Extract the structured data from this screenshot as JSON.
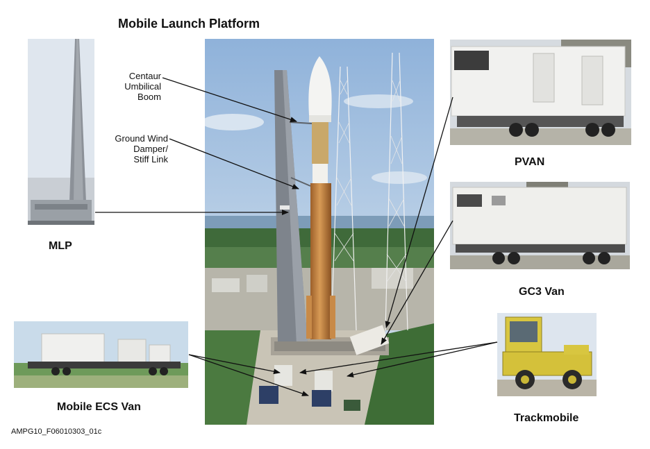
{
  "title": "Mobile Launch Platform",
  "callouts": {
    "centaur_boom": [
      "Centaur",
      "Umbilical",
      "Boom"
    ],
    "ground_wind": [
      "Ground Wind",
      "Damper/",
      "Stiff Link"
    ]
  },
  "captions": {
    "mlp": "MLP",
    "pvan": "PVAN",
    "gc3_van": "GC3 Van",
    "mobile_ecs_van": "Mobile ECS Van",
    "trackmobile": "Trackmobile"
  },
  "figure_id": "AMPG10_F06010303_01c",
  "colors": {
    "arrow": "#111111",
    "sky": "#a9c4e2",
    "rocket_orange": "#c8833f",
    "tower_gray": "#8a8f96",
    "trackmobile_yellow": "#d9c43a"
  }
}
